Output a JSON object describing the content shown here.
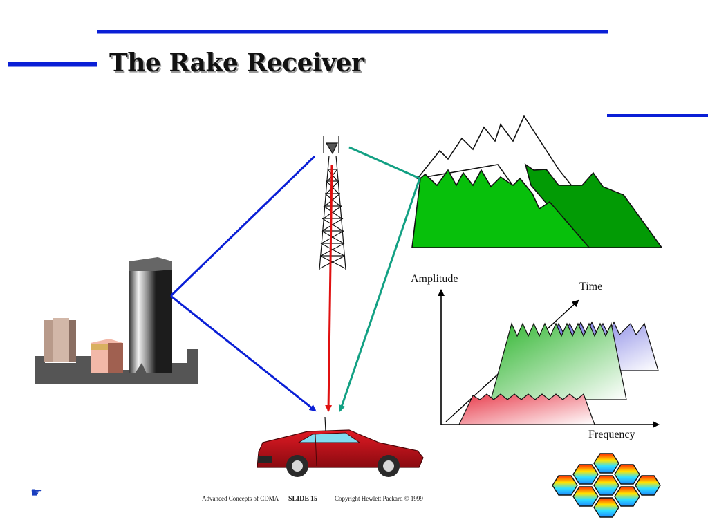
{
  "slide": {
    "title": "The Rake Receiver"
  },
  "graph": {
    "amplitude_label": "Amplitude",
    "time_label": "Time",
    "frequency_label": "Frequency"
  },
  "footer": {
    "course": "Advanced Concepts of CDMA",
    "slide_label": "SLIDE",
    "slide_number": "15",
    "copyright": "Copyright Hewlett Packard © 1999"
  },
  "colors": {
    "accent_blue": "#0a1fd6",
    "signal_red": "#e01010",
    "signal_teal": "#12a083",
    "mountain_green": "#07c00b",
    "mountain_dark": "#029b05",
    "car_red": "#c8101a"
  },
  "icons": [
    "hand-pointer-icon"
  ]
}
